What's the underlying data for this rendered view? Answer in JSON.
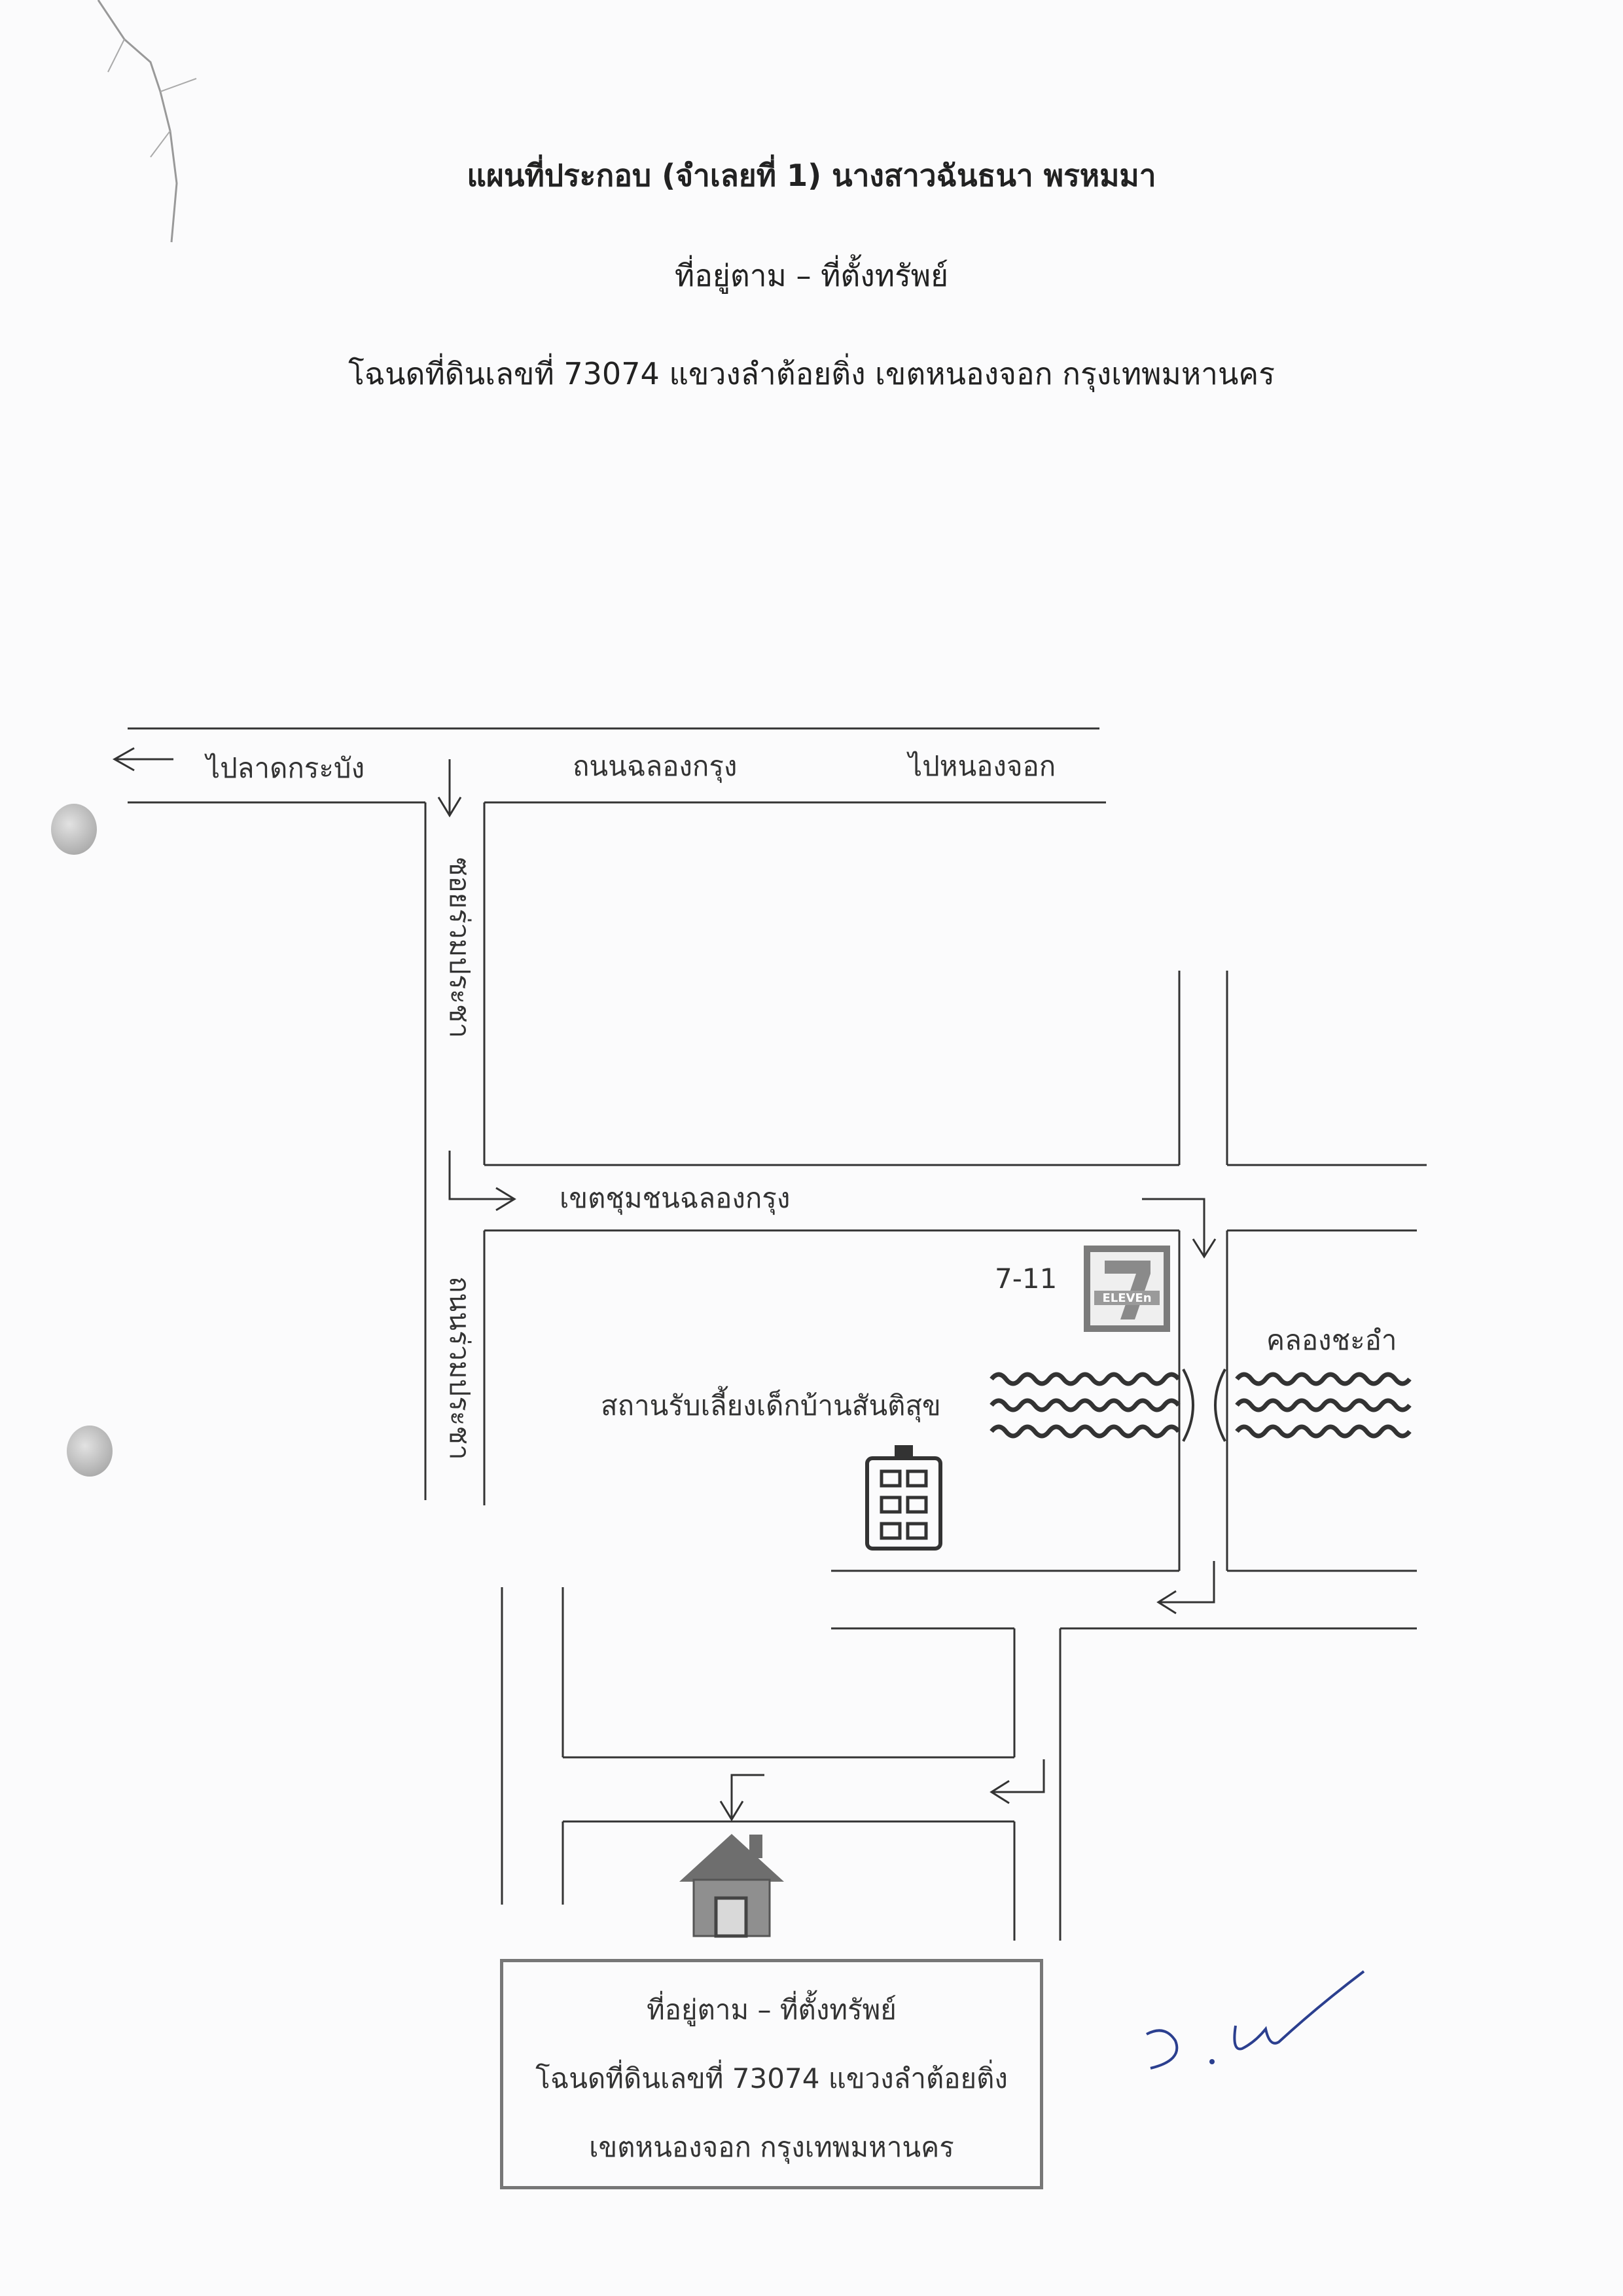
{
  "header": {
    "title": "แผนที่ประกอบ (จำเลยที่ 1) นางสาวฉันธนา  พรหมมา",
    "line2": "ที่อยู่ตาม – ที่ตั้งทรัพย์",
    "line3": "โฉนดที่ดินเลขที่ 73074 แขวงลำต้อยติ่ง เขตหนองจอก กรุงเทพมหานคร"
  },
  "map": {
    "left_direction": "ไปลาดกระบัง",
    "main_road": "ถนนฉลองกรุง",
    "right_direction": "ไปหนองจอก",
    "soi_upper": "ซอยร่วมประชา",
    "soi_lower": "ถนนร่วมประชา",
    "community": "เขตชุมชนฉลองกรุง",
    "store_label": "7-11",
    "store_logo_text": "ELEVEn",
    "canal": "คลองชะอำ",
    "nursery": "สถานรับเลี้ยงเด็กบ้านสันติสุข"
  },
  "info_box": {
    "line1": "ที่อยู่ตาม – ที่ตั้งทรัพย์",
    "line2": "โฉนดที่ดินเลขที่ 73074 แขวงลำต้อยติ่ง",
    "line3": "เขตหนองจอก กรุงเทพมหานคร"
  },
  "signature": "ว.พ",
  "colors": {
    "ink": "#333333",
    "signature": "#2b3f8f",
    "house": "#6e6e6e",
    "logo_red": "#d6332a",
    "logo_green": "#2c8a3d"
  }
}
